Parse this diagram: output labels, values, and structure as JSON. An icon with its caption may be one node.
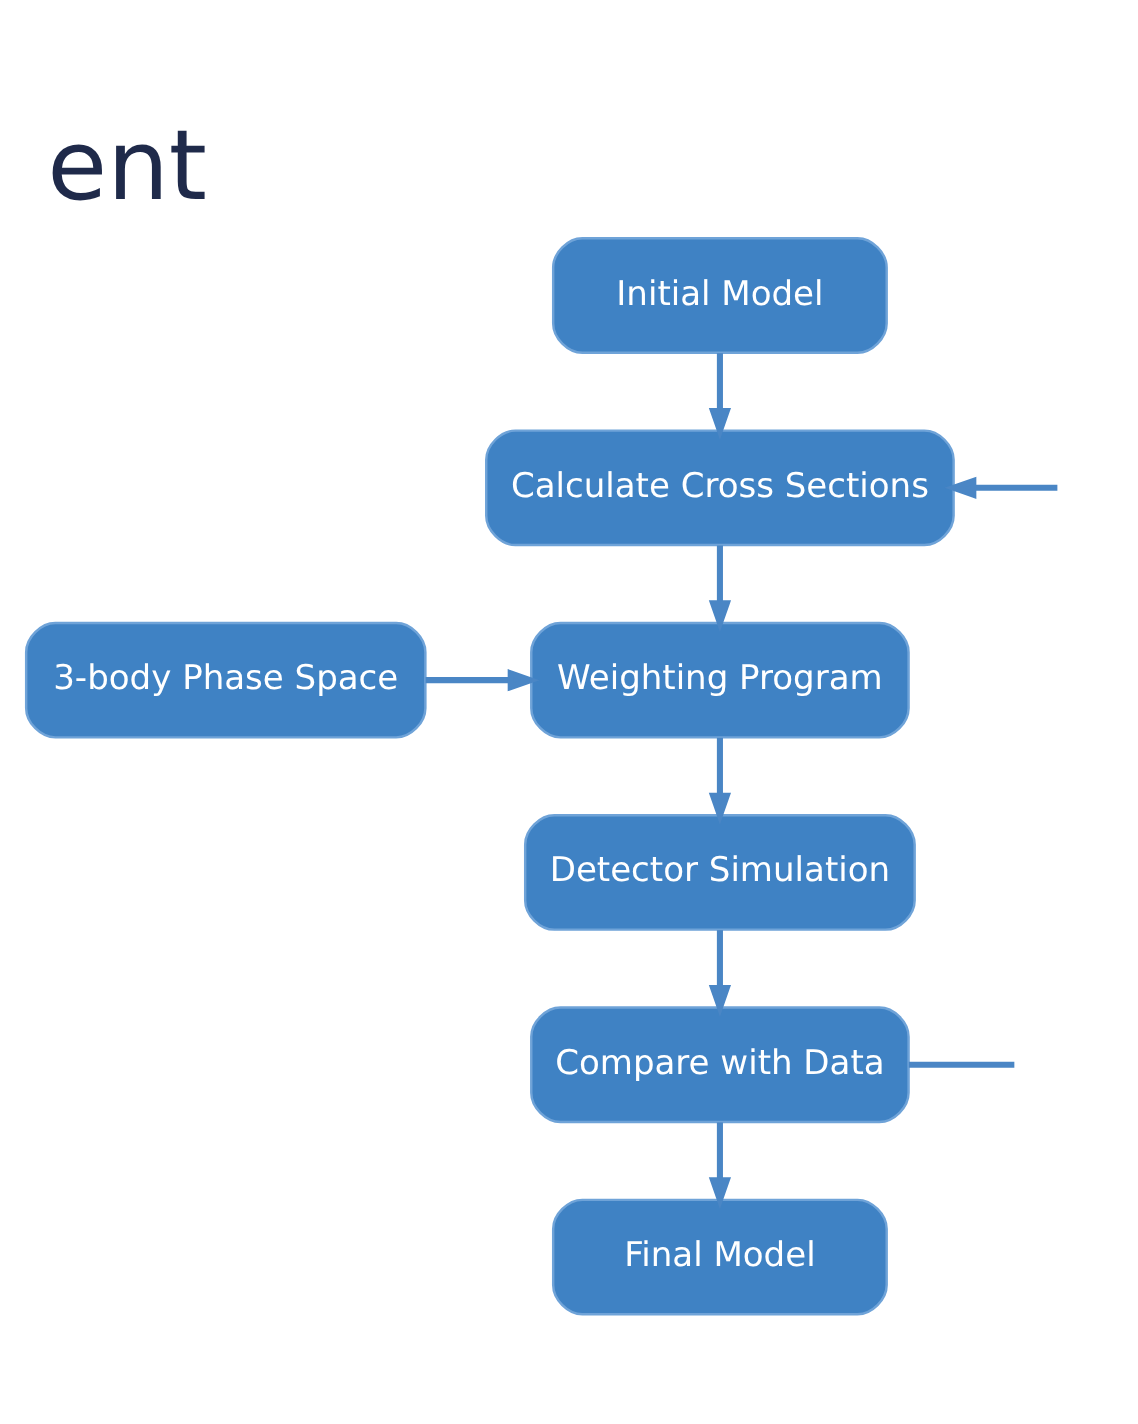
{
  "diagram": {
    "title": "ent",
    "nodes": [
      {
        "text": [
          "Initial Model"
        ]
      },
      {
        "text": [
          "Calculate Cross Sections"
        ]
      },
      {
        "text": [
          "3-body Phase Space"
        ]
      },
      {
        "text": [
          "Weighting Program"
        ]
      },
      {
        "text": [
          "Detector Simulation"
        ]
      },
      {
        "text": [
          "Compare with Data"
        ]
      },
      {
        "text": [
          "Final Model"
        ]
      }
    ],
    "edges": [
      {
        "from": 0,
        "to": 1,
        "arrow": "to"
      },
      {
        "from": null,
        "to": 1,
        "arrow": "to"
      },
      {
        "from": 1,
        "to": 3,
        "arrow": "to"
      },
      {
        "from": 2,
        "to": 3,
        "arrow": "to"
      },
      {
        "from": 3,
        "to": 4,
        "arrow": "to"
      },
      {
        "from": 4,
        "to": 5,
        "arrow": "to"
      },
      {
        "from": 5,
        "to": null,
        "arrow": "none"
      },
      {
        "from": 5,
        "to": 6,
        "arrow": "to"
      }
    ]
  }
}
